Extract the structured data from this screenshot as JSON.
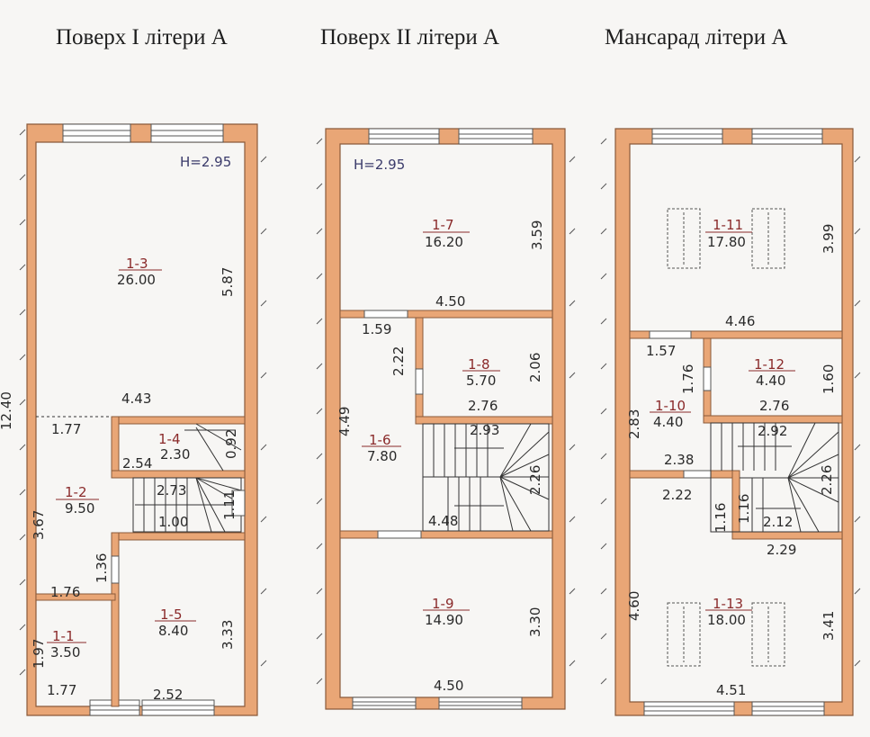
{
  "floors": [
    {
      "title": "Поверх І літери  А",
      "height": "H=2.95",
      "rooms": [
        {
          "id": "1-3",
          "area": "26.00"
        },
        {
          "id": "1-4",
          "area": "2.30"
        },
        {
          "id": "1-2",
          "area": "9.50"
        },
        {
          "id": "1-5",
          "area": "8.40"
        },
        {
          "id": "1-1",
          "area": "3.50"
        }
      ],
      "dims": [
        "5.87",
        "4.43",
        "1.77",
        "2.54",
        "0.92",
        "2.73",
        "1.11",
        "3.67",
        "1.36",
        "3.33",
        "1.76",
        "1.97",
        "1.77",
        "2.52",
        "12.40",
        "1.00"
      ]
    },
    {
      "title": "Поверх ІІ літери  А",
      "height": "H=2.95",
      "rooms": [
        {
          "id": "1-7",
          "area": "16.20"
        },
        {
          "id": "1-8",
          "area": "5.70"
        },
        {
          "id": "1-6",
          "area": "7.80"
        },
        {
          "id": "1-9",
          "area": "14.90"
        }
      ],
      "dims": [
        "3.59",
        "4.50",
        "1.59",
        "2.22",
        "2.06",
        "2.76",
        "2.93",
        "4.49",
        "2.26",
        "4.48",
        "3.30",
        "4.50"
      ]
    },
    {
      "title": "Мансарад літери  А",
      "rooms": [
        {
          "id": "1-11",
          "area": "17.80"
        },
        {
          "id": "1-12",
          "area": "4.40"
        },
        {
          "id": "1-10",
          "area": "4.40"
        },
        {
          "id": "1-13",
          "area": "18.00"
        }
      ],
      "dims": [
        "3.99",
        "4.46",
        "1.57",
        "1.76",
        "1.60",
        "2.76",
        "2.83",
        "2.92",
        "2.38",
        "2.26",
        "2.22",
        "1.16",
        "1.16",
        "2.12",
        "2.29",
        "4.60",
        "3.41",
        "4.51"
      ]
    }
  ],
  "colors": {
    "wall": "#e9a676",
    "wall_stroke": "#8a5a3a",
    "line": "#333333",
    "window": "#ffffff"
  }
}
